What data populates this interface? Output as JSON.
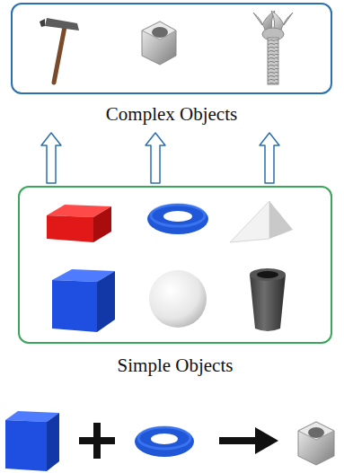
{
  "diagram": {
    "nodes": [
      {
        "text": [
          "Complex Objects"
        ]
      },
      {
        "text": [
          "Simple Objects"
        ]
      }
    ],
    "edges": [
      {
        "from": 1,
        "to": 0,
        "arrow": "to"
      },
      {
        "from": 1,
        "to": 0,
        "arrow": "to"
      },
      {
        "from": 1,
        "to": 0,
        "arrow": "to"
      }
    ]
  }
}
